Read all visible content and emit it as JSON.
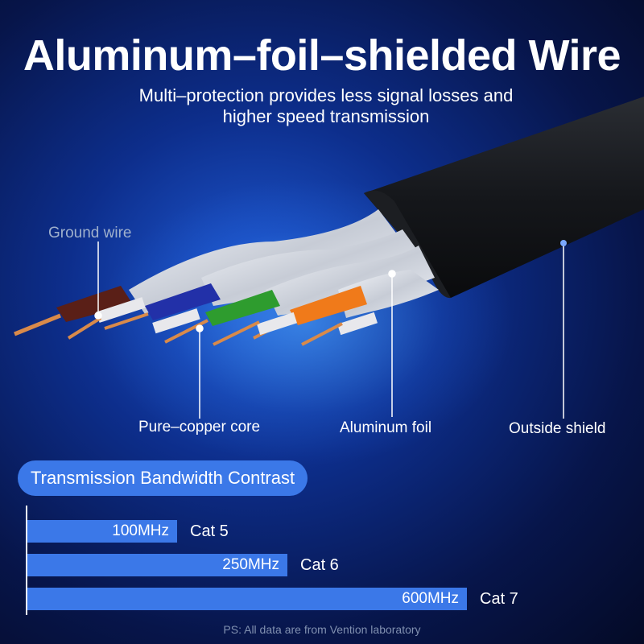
{
  "header": {
    "title": "Aluminum–foil–shielded Wire",
    "subtitle_line1": "Multi–protection provides less signal losses and",
    "subtitle_line2": "higher speed transmission"
  },
  "callouts": {
    "ground_wire": "Ground wire",
    "pure_copper_core": "Pure–copper core",
    "aluminum_foil": "Aluminum foil",
    "outside_shield": "Outside shield"
  },
  "chart_data": {
    "type": "bar",
    "title": "Transmission Bandwidth Contrast",
    "categories": [
      "Cat 5",
      "Cat 6",
      "Cat 7"
    ],
    "value_labels": [
      "100MHz",
      "250MHz",
      "600MHz"
    ],
    "values": [
      100,
      250,
      600
    ],
    "unit": "MHz"
  },
  "footnote": "PS: All data are from Vention laboratory",
  "colors": {
    "accent": "#3b78e8",
    "background": "#0d2e8c"
  }
}
